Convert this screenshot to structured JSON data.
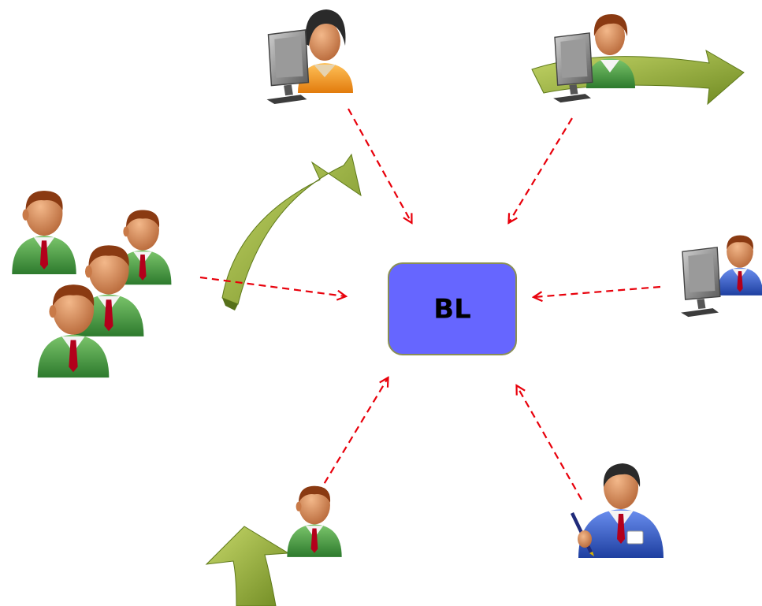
{
  "hub": {
    "label": "BL",
    "fill": "#6666ff",
    "border": "#8a8f55"
  },
  "colors": {
    "connector": "#e8000b",
    "arrow_green": "#7f9b2a",
    "arrow_green_light": "#b8cf5a",
    "suit_green": "#3e9a3e",
    "suit_blue": "#2b55c6",
    "shirt_orange": "#f39a1e",
    "skin": "#d98a55",
    "hair_brown": "#8a3a12",
    "hair_dark": "#2a2a2a",
    "tie": "#b3001b",
    "monitor": "#7a7a7a"
  },
  "nodes": [
    {
      "name": "group-of-people-icon",
      "icon": "group-of-four-users"
    },
    {
      "name": "woman-at-computer-icon",
      "icon": "woman-orange-shirt-at-computer"
    },
    {
      "name": "green-user-at-computer-icon",
      "icon": "user-green-at-computer"
    },
    {
      "name": "blue-user-at-computer-icon",
      "icon": "user-blue-at-computer"
    },
    {
      "name": "green-user-icon",
      "icon": "user-green-suit"
    },
    {
      "name": "blue-user-with-pen-icon",
      "icon": "user-blue-suit-with-pen-badge"
    }
  ],
  "connector_style": "red dashed arrows pointing to hub"
}
